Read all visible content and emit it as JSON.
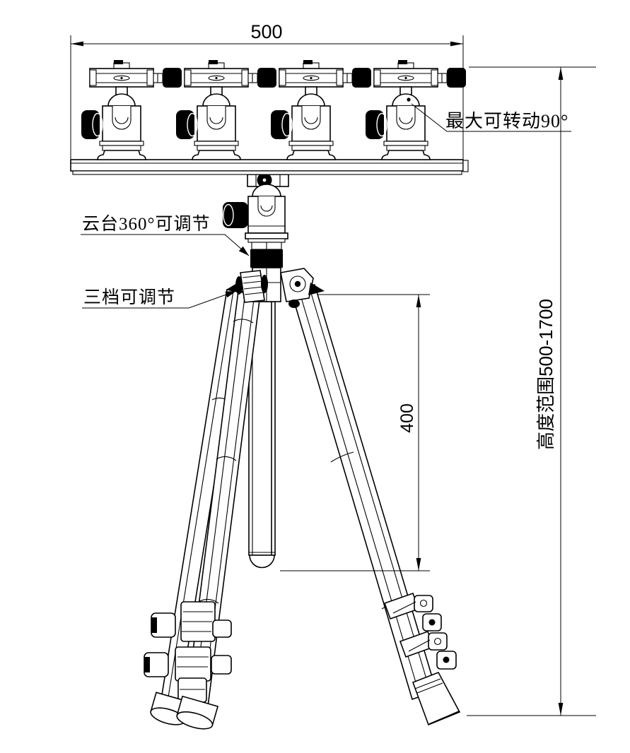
{
  "diagram": {
    "dimensions": {
      "bar_width": {
        "label": "500"
      },
      "column_travel": {
        "label": "400"
      },
      "height_range": {
        "label": "高度范围500-1700"
      }
    },
    "annotations": {
      "max_rotation": "最大可转动90°",
      "head_adjust": "云台360°可调节",
      "leg_adjust": "三档可调节"
    },
    "colors": {
      "line": "#000000",
      "background": "#ffffff"
    }
  }
}
